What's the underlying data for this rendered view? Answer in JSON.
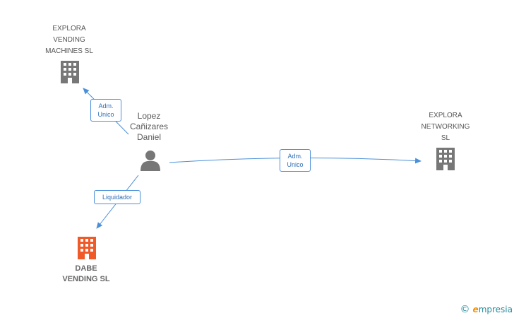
{
  "nodes": {
    "explora_vending": {
      "label": "EXPLORA\nVENDING\nMACHINES SL",
      "icon": "building-icon",
      "color": "#777777"
    },
    "lopez": {
      "label": "Lopez\nCañizares\nDaniel",
      "icon": "person-icon",
      "color": "#777777"
    },
    "explora_networking": {
      "label": "EXPLORA\nNETWORKING\nSL",
      "icon": "building-icon",
      "color": "#777777"
    },
    "dabe": {
      "label": "DABE\nVENDING SL",
      "icon": "building-icon",
      "color": "#f05a28"
    }
  },
  "edges": {
    "to_vending": {
      "label": "Adm.\nUnico"
    },
    "to_networking": {
      "label": "Adm.\nUnico"
    },
    "to_dabe": {
      "label": "Liquidador"
    }
  },
  "edge_color": "#4a90d9",
  "watermark": {
    "copyright": "©",
    "brand_initial": "e",
    "brand_rest": "mpresia"
  }
}
